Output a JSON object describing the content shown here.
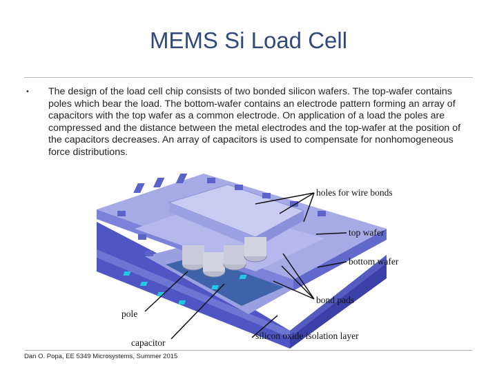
{
  "slide": {
    "title": "MEMS Si Load Cell",
    "bullet_symbol": "•",
    "bullet_text": "The design of the load cell chip consists of two bonded silicon wafers. The top-wafer contains poles which bear the load. The bottom-wafer contains an electrode pattern forming an array of capacitors with the top wafer as a common electrode. On application of a load the poles are compressed and the distance between the metal electrodes and the top-wafer at the position of the capacitors decreases. An array of capacitors is used to compensate for nonhomogeneous force distributions.",
    "footer": "Dan O. Popa, EE 5349 Microsystems, Summer 2015"
  },
  "figure": {
    "labels": {
      "holes": "holes for wire bonds",
      "top_wafer": "top wafer",
      "bottom_wafer": "bottom wafer",
      "bond_pads": "bond pads",
      "pole": "pole",
      "capacitor": "capacitor",
      "oxide": "silicon oxide isolation layer"
    },
    "colors": {
      "wafer_light": "#a6abe6",
      "wafer_mid": "#7b82d8",
      "wafer_dark": "#4f56c4",
      "substrate_blue": "#3f63a8",
      "bond_pad": "#22c8e6",
      "pole_gray": "#b9bccf"
    }
  }
}
